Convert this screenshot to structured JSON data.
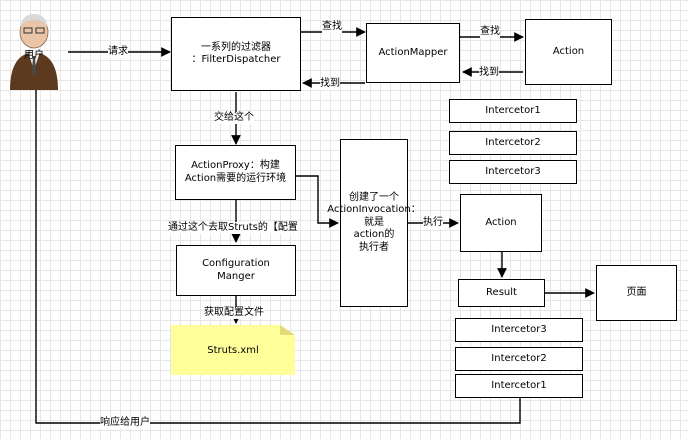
{
  "user": {
    "label": "用户",
    "icon": "user-avatar-icon"
  },
  "boxes": {
    "filter": "一系列的过滤器\n：FilterDispatcher",
    "action_mapper": "ActionMapper",
    "action_top": "Action",
    "action_proxy": "ActionProxy：构建Action需要的运行环境",
    "config_manager": "Configuration\nManger",
    "action_invocation": "创建了一个\nActionInvocation：\n就是\naction的\n执行者",
    "action_mid": "Action",
    "result": "Result",
    "page": "页面",
    "interceptors_top": [
      "Intercetor1",
      "Intercetor2",
      "Intercetor3"
    ],
    "interceptors_bottom": [
      "Intercetor3",
      "Intercetor2",
      "Intercetor1"
    ]
  },
  "note": {
    "label": "Struts.xml"
  },
  "edge_labels": {
    "request": "请求",
    "find1": "查找",
    "find2": "查找",
    "found1": "找到",
    "found2": "找到",
    "hand_over": "交给这个",
    "via_struts": "通过这个去取Struts的【配置",
    "get_config": "获取配置文件",
    "execute": "执行",
    "respond": "响应给用户"
  },
  "colors": {
    "note_fill": "#ffff99",
    "grid": "#e6e6e6"
  }
}
